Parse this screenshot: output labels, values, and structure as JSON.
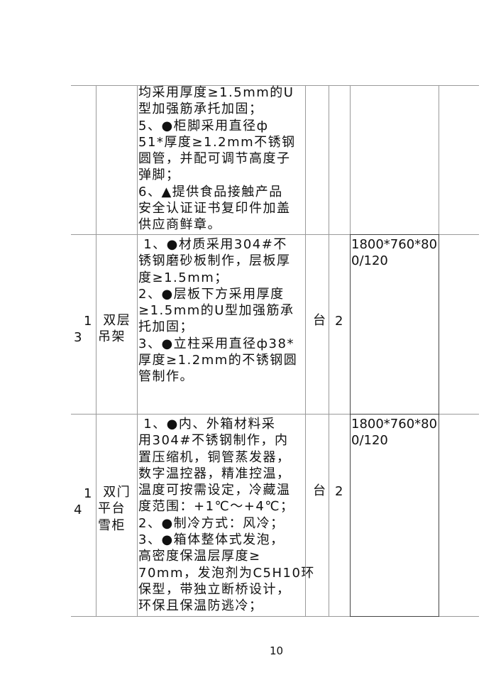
{
  "rows": [
    {
      "no": "",
      "name_lines": [],
      "spec_lines": [
        "均采用厚度≥1.5mm的U",
        "型加强筋承托加固；",
        "5、●柜脚采用直径ф",
        "51*厚度≥1.2mm不锈钢",
        "圆管，并配可调节高度子",
        "弹脚；",
        "6、▲提供食品接触产品",
        "安全认证证书复印件加盖",
        "供应商鲜章。"
      ],
      "unit": "",
      "qty": "",
      "size_lines": []
    },
    {
      "no_lines": [
        "1",
        "3"
      ],
      "name_lines": [
        " 双层",
        "吊架"
      ],
      "spec_lines": [
        " 1、●材质采用304#不",
        "锈钢磨砂板制作，层板厚",
        "度≥1.5mm；",
        "2、●层板下方采用厚度",
        "≥1.5mm的U型加强筋承",
        "托加固；",
        "3、●立柱采用直径ф38*",
        "厚度≥1.2mm的不锈钢圆",
        "管制作。"
      ],
      "unit": "台",
      "qty": "2",
      "size_lines": [
        "1800*760*80",
        "0/120"
      ]
    },
    {
      "no_lines": [
        "1",
        "4"
      ],
      "name_lines": [
        " 双门",
        "平台",
        "雪柜"
      ],
      "spec_lines": [
        " 1、●内、外箱材料采",
        "用304#不锈钢制作，内",
        "置压缩机，铜管蒸发器，",
        "数字温控器，精准控温，",
        "温度可按需设定，冷藏温",
        "度范围：+1℃～+4℃；",
        "2、●制冷方式：风冷；",
        "3、●箱体整体式发泡，",
        "高密度保温层厚度≥",
        "70mm，发泡剂为C5H10环",
        "保型，带独立断桥设计，",
        "环保且保温防逃冷；"
      ],
      "unit": "台",
      "qty": "2",
      "size_lines": [
        "1800*760*80",
        "0/120"
      ]
    }
  ],
  "page_number": "10"
}
